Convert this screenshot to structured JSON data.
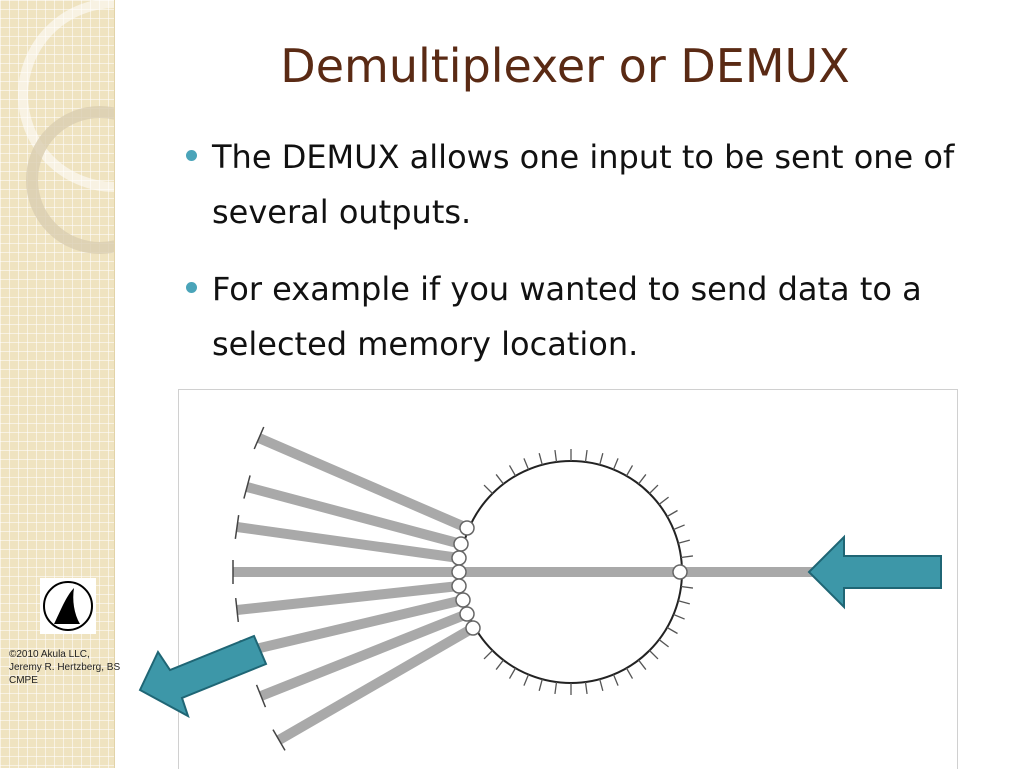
{
  "slide": {
    "title": "Demultiplexer or DEMUX",
    "bullets": [
      "The DEMUX allows one input to be sent one of several outputs.",
      "For example if you wanted to send data to a selected memory location."
    ],
    "copyright": "©2010 Akula LLC, Jeremy R. Hertzberg, BS CMPE"
  },
  "colors": {
    "title": "#5a2a14",
    "bullet": "#4aa4b9",
    "arrow": "#3d97a8",
    "arrow_outline": "#1f6675",
    "bar": "#a9a9a9",
    "sidebar": "#efe3c0"
  },
  "icons": {
    "logo": "akula-logo-icon",
    "input_arrow": "arrow-left-icon",
    "output_arrow": "arrow-down-left-icon"
  },
  "diagram": {
    "kind": "demux-illustration",
    "output_count": 8,
    "input_count": 1
  }
}
